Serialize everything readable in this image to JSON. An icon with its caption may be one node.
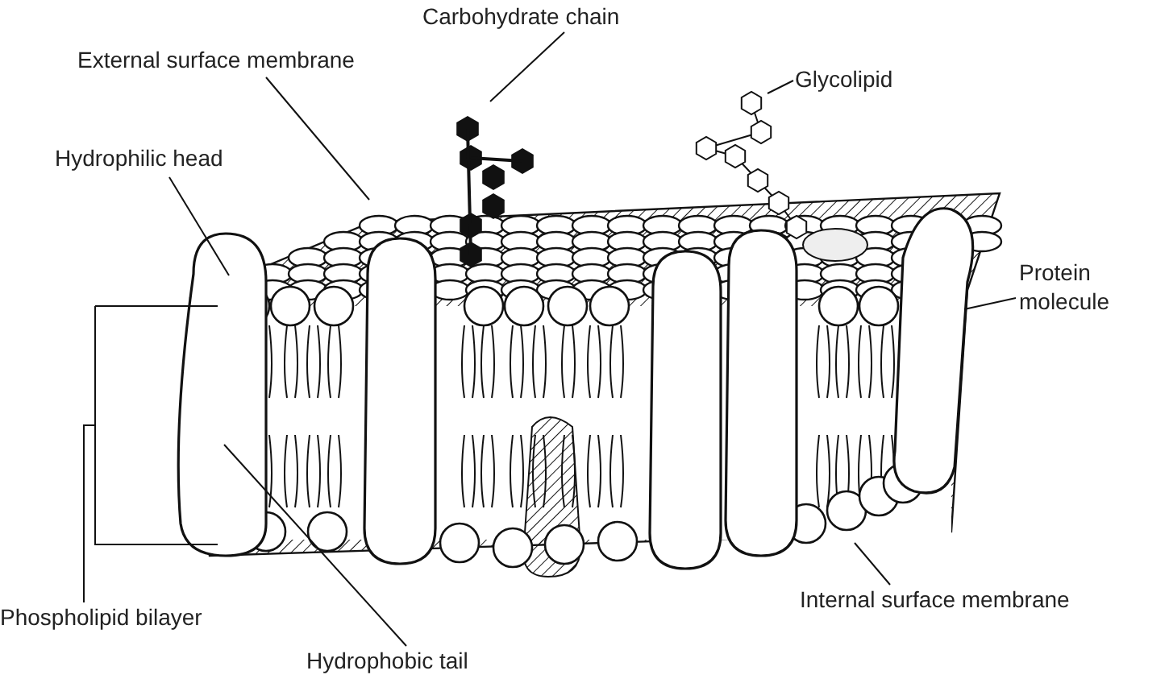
{
  "diagram": {
    "nodes": [
      {
        "text": [
          "Carbohydrate chain"
        ]
      },
      {
        "text": [
          "External surface membrane"
        ]
      },
      {
        "text": [
          "Hydrophilic head"
        ]
      },
      {
        "text": [
          "Glycolipid"
        ]
      },
      {
        "text": [
          "Protein molecule"
        ]
      },
      {
        "text": [
          "Phospholipid bilayer"
        ]
      },
      {
        "text": [
          "Hydrophobic tail"
        ]
      },
      {
        "text": [
          "Internal surface membrane"
        ]
      }
    ],
    "edges": [
      {
        "from": 0,
        "to": null,
        "arrow": "none"
      },
      {
        "from": 1,
        "to": null,
        "arrow": "none"
      },
      {
        "from": 2,
        "to": null,
        "arrow": "none"
      },
      {
        "from": 3,
        "to": null,
        "arrow": "none"
      },
      {
        "from": 4,
        "to": null,
        "arrow": "none"
      },
      {
        "from": 5,
        "to": null,
        "arrow": "none"
      },
      {
        "from": 6,
        "to": null,
        "arrow": "none"
      },
      {
        "from": 7,
        "to": null,
        "arrow": "none"
      }
    ]
  }
}
